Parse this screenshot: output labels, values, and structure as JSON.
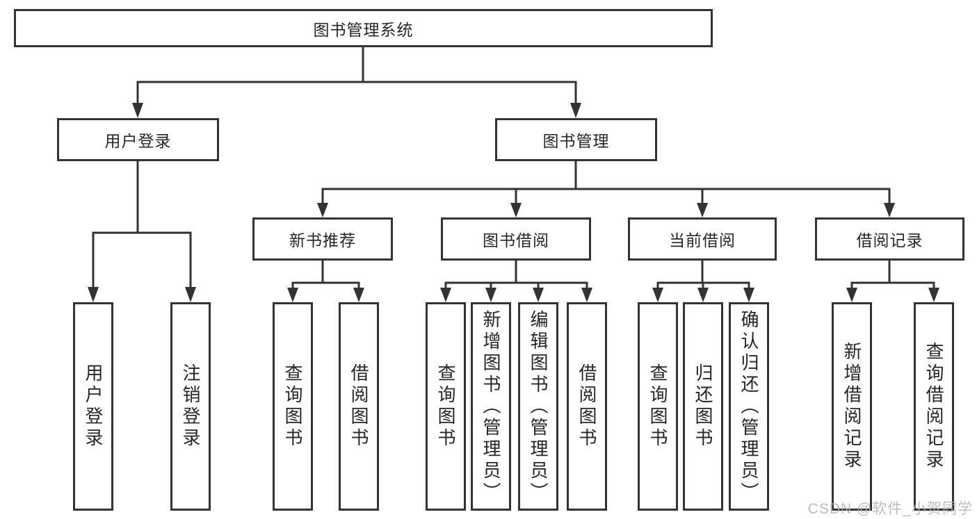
{
  "diagram": {
    "title": "图书管理系统",
    "children": [
      {
        "label": "用户登录",
        "leaves": [
          "用户登录",
          "注销登录"
        ]
      },
      {
        "label": "图书管理",
        "children": [
          {
            "label": "新书推荐",
            "leaves": [
              "查询图书",
              "借阅图书"
            ]
          },
          {
            "label": "图书借阅",
            "leaves": [
              "查询图书",
              "新增图书（管理员）",
              "编辑图书（管理员）",
              "借阅图书"
            ]
          },
          {
            "label": "当前借阅",
            "leaves": [
              "查询图书",
              "归还图书",
              "确认归还（管理员）"
            ]
          },
          {
            "label": "借阅记录",
            "leaves": [
              "新增借阅记录",
              "查询借阅记录"
            ]
          }
        ]
      }
    ]
  },
  "watermark": "CSDN @软件_小贺同学",
  "colors": {
    "line": "#333333",
    "box_border": "#333333",
    "text": "#262626",
    "watermark": "#b3b3b3",
    "background": "#ffffff"
  }
}
